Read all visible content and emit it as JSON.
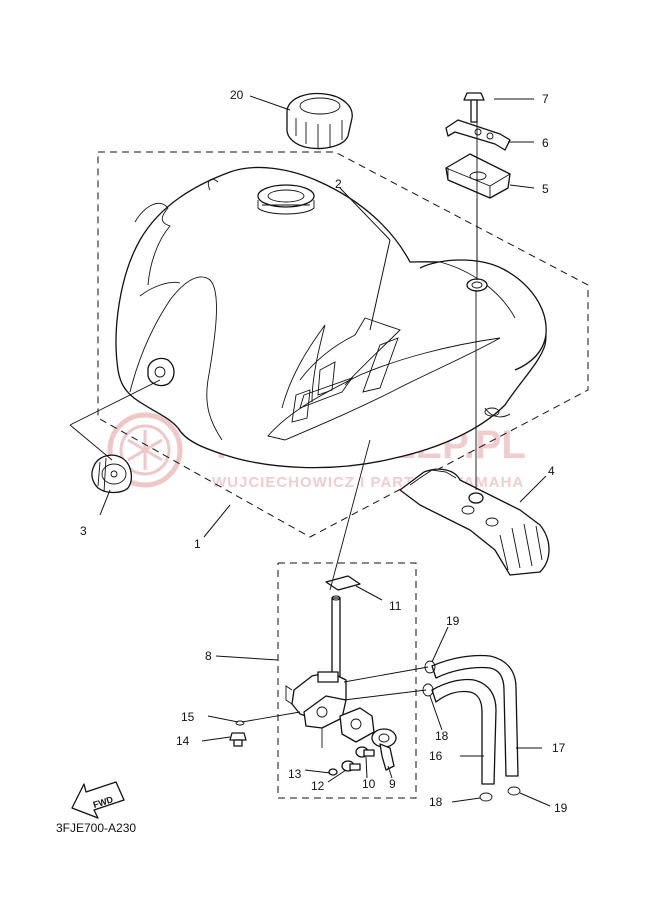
{
  "diagram_code": "3FJE700-A230",
  "fwd_label": "FWD",
  "watermark": {
    "main": "YAMA-SKLEP.PL",
    "sub": "WUJCIECHOWICZ I PARTNER YAMAHA",
    "color": "#e7a3a3"
  },
  "callouts": {
    "c1": "1",
    "c2": "2",
    "c3": "3",
    "c4": "4",
    "c5": "5",
    "c6": "6",
    "c7": "7",
    "c8": "8",
    "c9": "9",
    "c10": "10",
    "c11": "11",
    "c12": "12",
    "c13": "13",
    "c14": "14",
    "c15": "15",
    "c16": "16",
    "c17": "17",
    "c18a": "18",
    "c18b": "18",
    "c19a": "19",
    "c19b": "19",
    "c20": "20"
  },
  "icons": {
    "fwd": "fwd-arrow-icon",
    "watermark_logo": "yamaha-tuning-fork-icon"
  },
  "colors": {
    "line": "#111111",
    "background": "#ffffff"
  }
}
